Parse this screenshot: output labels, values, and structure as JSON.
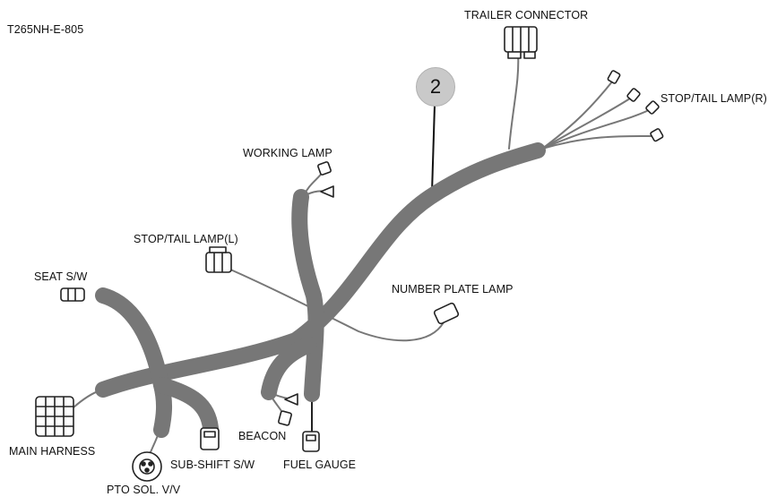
{
  "diagram": {
    "code": "T265NH-E-805",
    "callout": "2",
    "labels": {
      "trailer_connector": "TRAILER CONNECTOR",
      "stop_tail_lamp_r": "STOP/TAIL LAMP(R)",
      "working_lamp": "WORKING LAMP",
      "stop_tail_lamp_l": "STOP/TAIL LAMP(L)",
      "seat_sw": "SEAT S/W",
      "number_plate_lamp": "NUMBER PLATE LAMP",
      "main_harness": "MAIN HARNESS",
      "beacon": "BEACON",
      "sub_shift_sw": "SUB-SHIFT S/W",
      "fuel_gauge": "FUEL GAUGE",
      "pto_sol_vv": "PTO SOL. V/V"
    }
  }
}
